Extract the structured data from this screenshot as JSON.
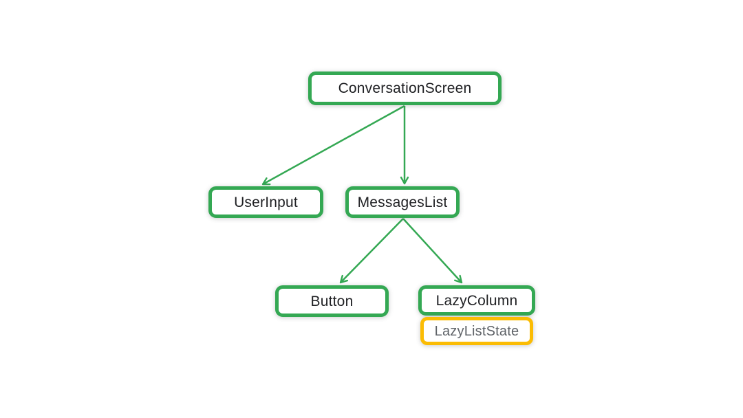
{
  "diagram": {
    "kind": "component-tree",
    "colors": {
      "node_border_green": "#34A853",
      "node_border_yellow": "#FBBC04",
      "edge_green": "#34A853",
      "label_dark": "#202124",
      "label_gray": "#5F6368",
      "background": "#ffffff"
    },
    "nodes": [
      {
        "id": "conversation-screen",
        "label": "ConversationScreen",
        "border": "green"
      },
      {
        "id": "user-input",
        "label": "UserInput",
        "border": "green"
      },
      {
        "id": "messages-list",
        "label": "MessagesList",
        "border": "green"
      },
      {
        "id": "button",
        "label": "Button",
        "border": "green"
      },
      {
        "id": "lazy-column",
        "label": "LazyColumn",
        "border": "green"
      },
      {
        "id": "lazy-list-state",
        "label": "LazyListState",
        "border": "yellow"
      }
    ],
    "edges": [
      {
        "from": "conversation-screen",
        "to": "user-input"
      },
      {
        "from": "conversation-screen",
        "to": "messages-list"
      },
      {
        "from": "messages-list",
        "to": "button"
      },
      {
        "from": "messages-list",
        "to": "lazy-column"
      }
    ],
    "attachments": [
      {
        "parent": "lazy-column",
        "child": "lazy-list-state",
        "relation": "state-holder"
      }
    ]
  }
}
